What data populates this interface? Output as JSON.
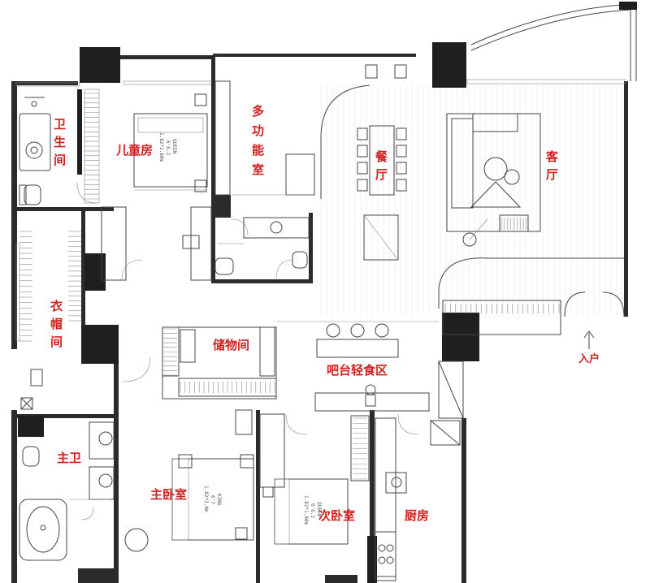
{
  "rooms": {
    "bathroom": "卫生间",
    "kids_room": "儿童房",
    "multi_room": "多功能室",
    "dining": "餐厅",
    "living": "客厅",
    "closet": "衣帽间",
    "storage": "储物间",
    "bar": "吧台轻食区",
    "master_bath": "主卫",
    "master_bed": "主卧室",
    "second_bed": "次卧室",
    "kitchen": "厨房",
    "entry": "入户"
  },
  "bed_labels": {
    "kids": "QUEEN",
    "kids_size": "6'6.2",
    "kids_dim": "1.82*1.80m",
    "master": "KING",
    "master_size": "6'7",
    "master_dim": "1.82*2.0m",
    "second": "QUEEN",
    "second_size": "6'6.2",
    "second_dim": "1.82*1.80m"
  },
  "colors": {
    "label": "#d22020",
    "wall": "#2b2b2b",
    "line": "#444444"
  }
}
